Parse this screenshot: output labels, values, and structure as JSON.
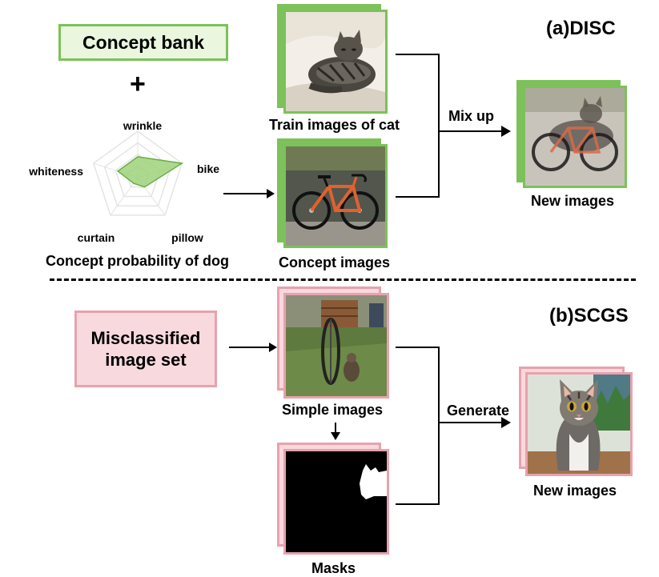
{
  "disc": {
    "section_title": "(a)DISC",
    "concept_bank_label": "Concept bank",
    "plus_symbol": "+",
    "radar": {
      "axes": [
        "wrinkle",
        "bike",
        "pillow",
        "curtain",
        "whiteness"
      ],
      "values": [
        0.45,
        1.0,
        0.25,
        0.15,
        0.45
      ],
      "fill_color": "#9fd27b",
      "stroke_color": "#6aad45"
    },
    "radar_caption": "Concept probability of dog",
    "train_images_label": "Train images of cat",
    "concept_images_label": "Concept images",
    "mix_label": "Mix up",
    "new_images_label": "New images",
    "frame_color": "#7cc15a"
  },
  "scgs": {
    "section_title": "(b)SCGS",
    "misclassified_label": "Misclassified\nimage set",
    "simple_images_label": "Simple images",
    "masks_label": "Masks",
    "generate_label": "Generate",
    "new_images_label": "New images",
    "frame_color": "#e8a2ad"
  }
}
